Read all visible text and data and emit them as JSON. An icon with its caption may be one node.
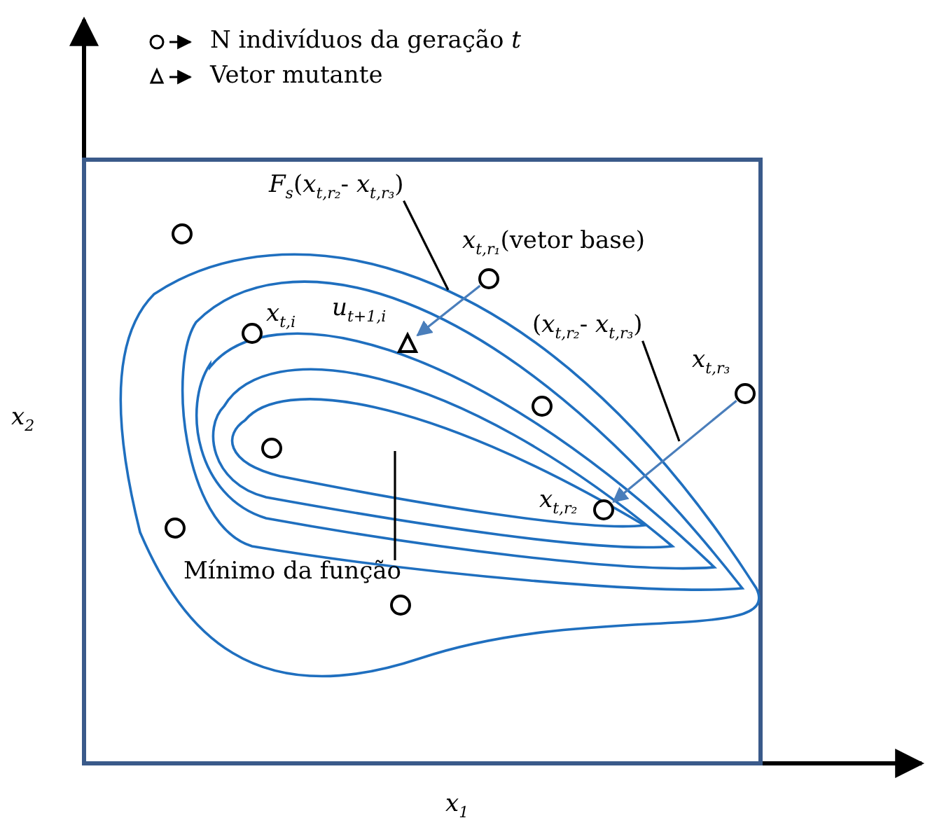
{
  "diagram": {
    "nodes": [
      {
        "text": [
          "*F*$_{s}$(*x*$_{t,r₂}$- *x*$_{t,r₃}$)"
        ]
      },
      {
        "text": [],
        "shape": "circle"
      },
      {
        "text": [],
        "shape": "circle",
        "beside": [
          "*x*$_{t,r₁}$(vetor base)"
        ]
      },
      {
        "text": [],
        "shape": "circle",
        "beside": [
          "*x*$_{t,i}$"
        ]
      },
      {
        "text": [],
        "shape": "triangle",
        "beside": [
          "*u*$_{t+1,i}$"
        ]
      },
      {
        "text": [
          "(*x*$_{t,r₂}$- *x*$_{t,r₃}$)"
        ]
      },
      {
        "text": [],
        "shape": "circle",
        "beside": [
          "*x*$_{t,r₃}$"
        ]
      },
      {
        "text": [],
        "shape": "circle"
      },
      {
        "text": [],
        "shape": "circle"
      },
      {
        "text": [],
        "shape": "circle",
        "beside": [
          "*x*$_{t,r₂}$"
        ]
      },
      {
        "text": [],
        "shape": "circle"
      },
      {
        "text": [
          "Mínimo da função"
        ]
      },
      {
        "text": [],
        "shape": "circle"
      }
    ],
    "edges": [
      {
        "from": 2,
        "to": 4,
        "arrow": "to",
        "color": "#4a7ebb"
      },
      {
        "from": 6,
        "to": 9,
        "arrow": "to",
        "color": "#4a7ebb"
      },
      {
        "from": 0,
        "to": null,
        "arrow": "none"
      },
      {
        "from": 5,
        "to": null,
        "arrow": "none"
      },
      {
        "from": 11,
        "to": null,
        "arrow": "none"
      }
    ],
    "labels": [
      "*x*$_{2}$",
      "*x*$_{1}$"
    ],
    "legend": [
      {
        "text": "N indivíduos da geração *t*"
      },
      {
        "text": "Vetor mutante"
      }
    ]
  }
}
